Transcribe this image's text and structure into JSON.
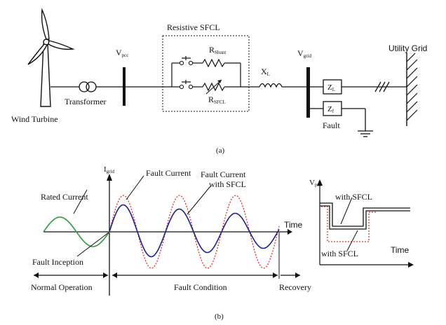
{
  "top": {
    "label_a": "(a)",
    "wind_turbine": "Wind Turbine",
    "transformer": "Transformer",
    "v_pcc": "V",
    "v_pcc_sub": "pcc",
    "sfcl_title": "Resistive SFCL",
    "r_shunt": "R",
    "r_shunt_sub": "Shunt",
    "r_sfcl": "R",
    "r_sfcl_sub": "SFCL",
    "x_l": "X",
    "x_l_sub": "L",
    "v_grid": "V",
    "v_grid_sub": "grid",
    "z_l": "Z",
    "z_l_sub": "L",
    "z_f": "Z",
    "z_f_sub": "f",
    "fault": "Fault",
    "utility_grid": "Utility Grid"
  },
  "bottom": {
    "label_b": "(b)",
    "i_grid": "I",
    "i_grid_sub": "grid",
    "fault_current": "Fault Current",
    "fault_current_sfcl_1": "Fault Current",
    "fault_current_sfcl_2": "with SFCL",
    "rated_current": "Rated Current",
    "fault_inception": "Fault Inception",
    "time_axis": "Time",
    "normal_operation": "Normal Operation",
    "fault_condition": "Fault Condition",
    "recovery": "Recovery",
    "v_pcc": "V",
    "v_pcc_sub": "pcc",
    "with_sfcl_upper": "with SFCL",
    "with_sfcl_lower": "with SFCL",
    "time_inset": "Time"
  },
  "colors": {
    "rated_wave": "#2e9a3a",
    "sfcl_wave": "#1f1f8f",
    "fault_wave": "#e0302a",
    "ink": "#111111"
  }
}
